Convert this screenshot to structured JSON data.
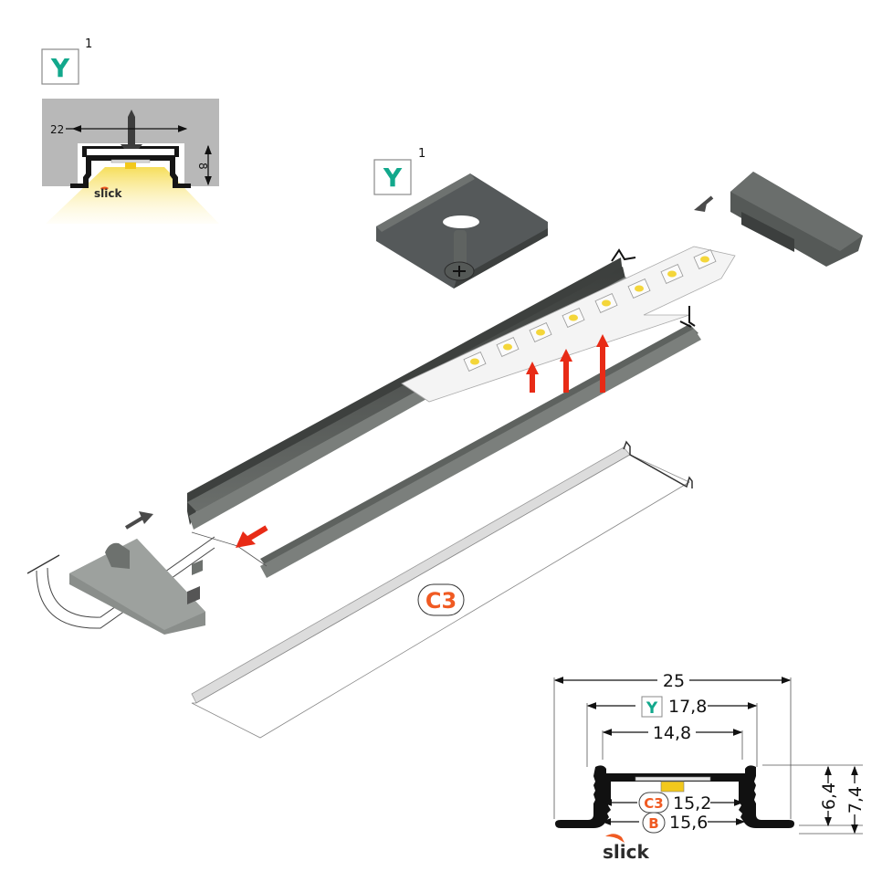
{
  "inset_cross_section": {
    "mount_badge": "Y",
    "mount_badge_superscript": "1",
    "width_label": "22",
    "height_label": "8",
    "brand": "slick"
  },
  "exploded_view": {
    "clip_badge": "Y",
    "clip_badge_superscript": "1",
    "diffuser_label": "C3",
    "colors": {
      "profile": "#4d514e",
      "arrow_red": "#e82b16",
      "arrow_dark": "#4a4a4a",
      "led": "#f4d63a"
    }
  },
  "profile_dimensions": {
    "overall_width": "25",
    "mount_badge": "Y",
    "mount_width": "17,8",
    "inner_top_width": "14,8",
    "diffuser_c3_badge": "C3",
    "diffuser_c3_width": "15,2",
    "diffuser_b_badge": "B",
    "diffuser_b_width": "15,6",
    "inner_height": "6,4",
    "overall_height": "7,4",
    "brand": "slick"
  }
}
